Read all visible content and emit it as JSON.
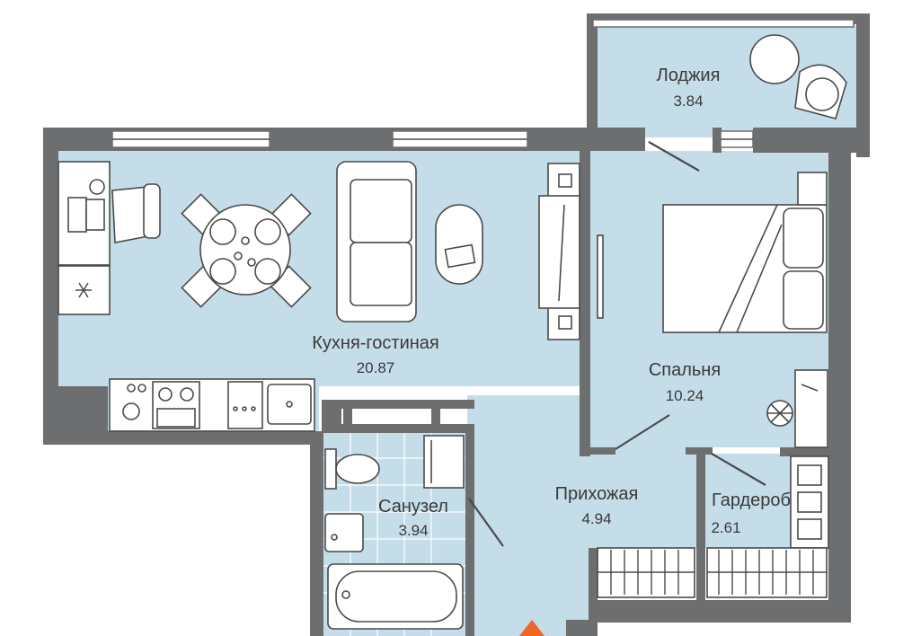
{
  "colors": {
    "floor": "#c5dce9",
    "wall": "#6d6e70",
    "entrance_marker": "#f26522"
  },
  "rooms": [
    {
      "id": "loggia",
      "label": "Лоджия",
      "area": "3.84"
    },
    {
      "id": "kitchen-living",
      "label": "Кухня-гостиная",
      "area": "20.87"
    },
    {
      "id": "bedroom",
      "label": "Спальня",
      "area": "10.24"
    },
    {
      "id": "bathroom",
      "label": "Санузел",
      "area": "3.94"
    },
    {
      "id": "hallway",
      "label": "Прихожая",
      "area": "4.94"
    },
    {
      "id": "wardrobe",
      "label": "Гардероб",
      "area": "2.61"
    }
  ],
  "icons": [
    "snowflake-icon",
    "entrance-arrow-icon"
  ]
}
